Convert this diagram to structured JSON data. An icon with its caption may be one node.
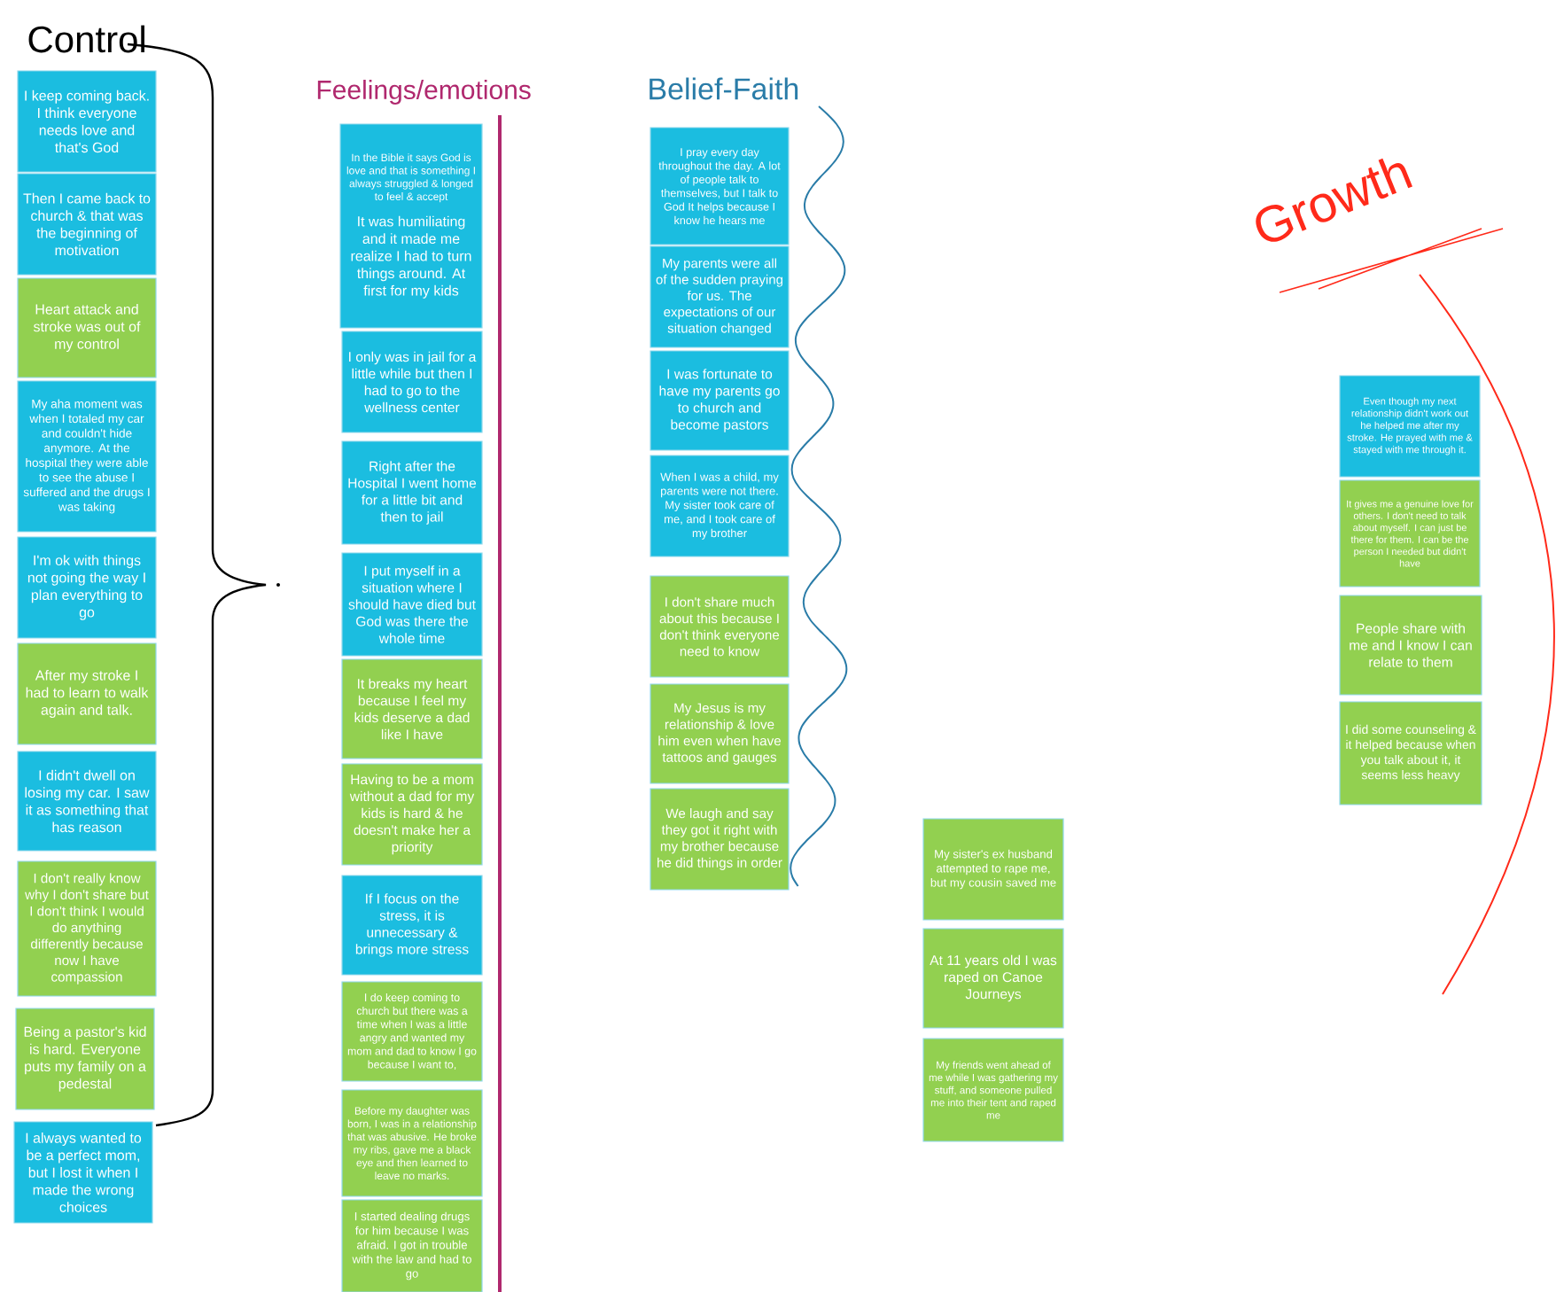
{
  "diagram": {
    "nodes": [
      {
        "text": [
          "I keep coming back.  I think everyone needs love and that's God"
        ]
      },
      {
        "text": [
          "Then I came back to church & that was the beginning of motivation"
        ]
      },
      {
        "text": [
          "Heart attack and stroke was out of my control"
        ]
      },
      {
        "text": [
          "My aha moment was when I totaled my car and couldn't hide anymore. At the hospital they were able to see the abuse I suffered and the drugs I was taking"
        ]
      },
      {
        "text": [
          "I'm ok with things not going the way I plan everything to go"
        ]
      },
      {
        "text": [
          "After my stroke I had to learn to walk again and talk."
        ]
      },
      {
        "text": [
          "I didn't dwell on losing my car. I saw it as something that has reason"
        ]
      },
      {
        "text": [
          "I don't really know why I don't share but I don't think I would do anything differently because now I have compassion"
        ]
      },
      {
        "text": [
          "Being a pastor's kid is hard. Everyone puts my family on a pedestal"
        ]
      },
      {
        "text": [
          "I always wanted to be a perfect mom, but I lost it when I made the wrong choices"
        ]
      },
      {
        "text": [
          "In the Bible it says God is love and that is something I always struggled & longed to feel & accept",
          "It was humiliating and it made me realize I had to turn things around. At first for my kids"
        ]
      },
      {
        "text": [
          "I only was in jail for a little while but then I had to go to the wellness center"
        ]
      },
      {
        "text": [
          "Right after the Hospital I went home for a little bit and then to jail"
        ]
      },
      {
        "text": [
          "I put myself in a situation where I should have died but God was there the whole time"
        ]
      },
      {
        "text": [
          "It breaks my heart because I feel my kids deserve a dad like I have"
        ]
      },
      {
        "text": [
          "Having to be a mom without a dad for my kids is hard & he doesn't make her a priority"
        ]
      },
      {
        "text": [
          "If I focus on the stress, it is unnecessary & brings more stress"
        ]
      },
      {
        "text": [
          "I do keep coming to church but there was a time when I was a little angry and wanted my mom and dad to know I go because I want to,"
        ]
      },
      {
        "text": [
          "Before my daughter was born, I was in a relationship that was abusive. He broke my ribs, gave me a black eye and then learned to leave no marks."
        ]
      },
      {
        "text": [
          "I started dealing drugs for him because I was afraid. I got in trouble with the law and had to go"
        ]
      },
      {
        "text": [
          "I pray every day throughout the day. A lot of people talk to themselves, but I talk to God It helps because I know he hears me"
        ]
      },
      {
        "text": [
          "My parents were all of the sudden praying for us. The expectations of our situation changed"
        ]
      },
      {
        "text": [
          "I was fortunate to have my parents go to church and become pastors"
        ]
      },
      {
        "text": [
          "When I was a child, my parents were not there. My sister took care of me, and I took care of my brother"
        ]
      },
      {
        "text": [
          "I don't share much about this because I don't think everyone need to know"
        ]
      },
      {
        "text": [
          "My Jesus is my relationship & love him even when have tattoos and gauges"
        ]
      },
      {
        "text": [
          "We laugh and say they got it right with my brother because he did things in order"
        ]
      },
      {
        "text": [
          "Even though my next relationship didn't work out he helped me after my stroke. He prayed with me & stayed with me through it."
        ]
      },
      {
        "text": [
          "It gives me a genuine love for others. I don't need to talk about myself. I can just be there for them. I can be the person I needed but didn't have"
        ]
      },
      {
        "text": [
          "People share with me and I know I can relate to them"
        ]
      },
      {
        "text": [
          "I did some counseling & it helped because when you talk about it, it seems less heavy"
        ]
      },
      {
        "text": [
          "My sister's ex husband attempted to rape me, but my cousin saved me"
        ]
      },
      {
        "text": [
          "At 11 years old I was raped on Canoe Journeys"
        ]
      },
      {
        "text": [
          "My friends went ahead of me while I was gathering my stuff, and someone pulled me into their tent and raped me"
        ]
      }
    ],
    "labels": [
      "Control",
      "Feelings/emotions",
      "Belief-Faith",
      "Growth"
    ]
  }
}
